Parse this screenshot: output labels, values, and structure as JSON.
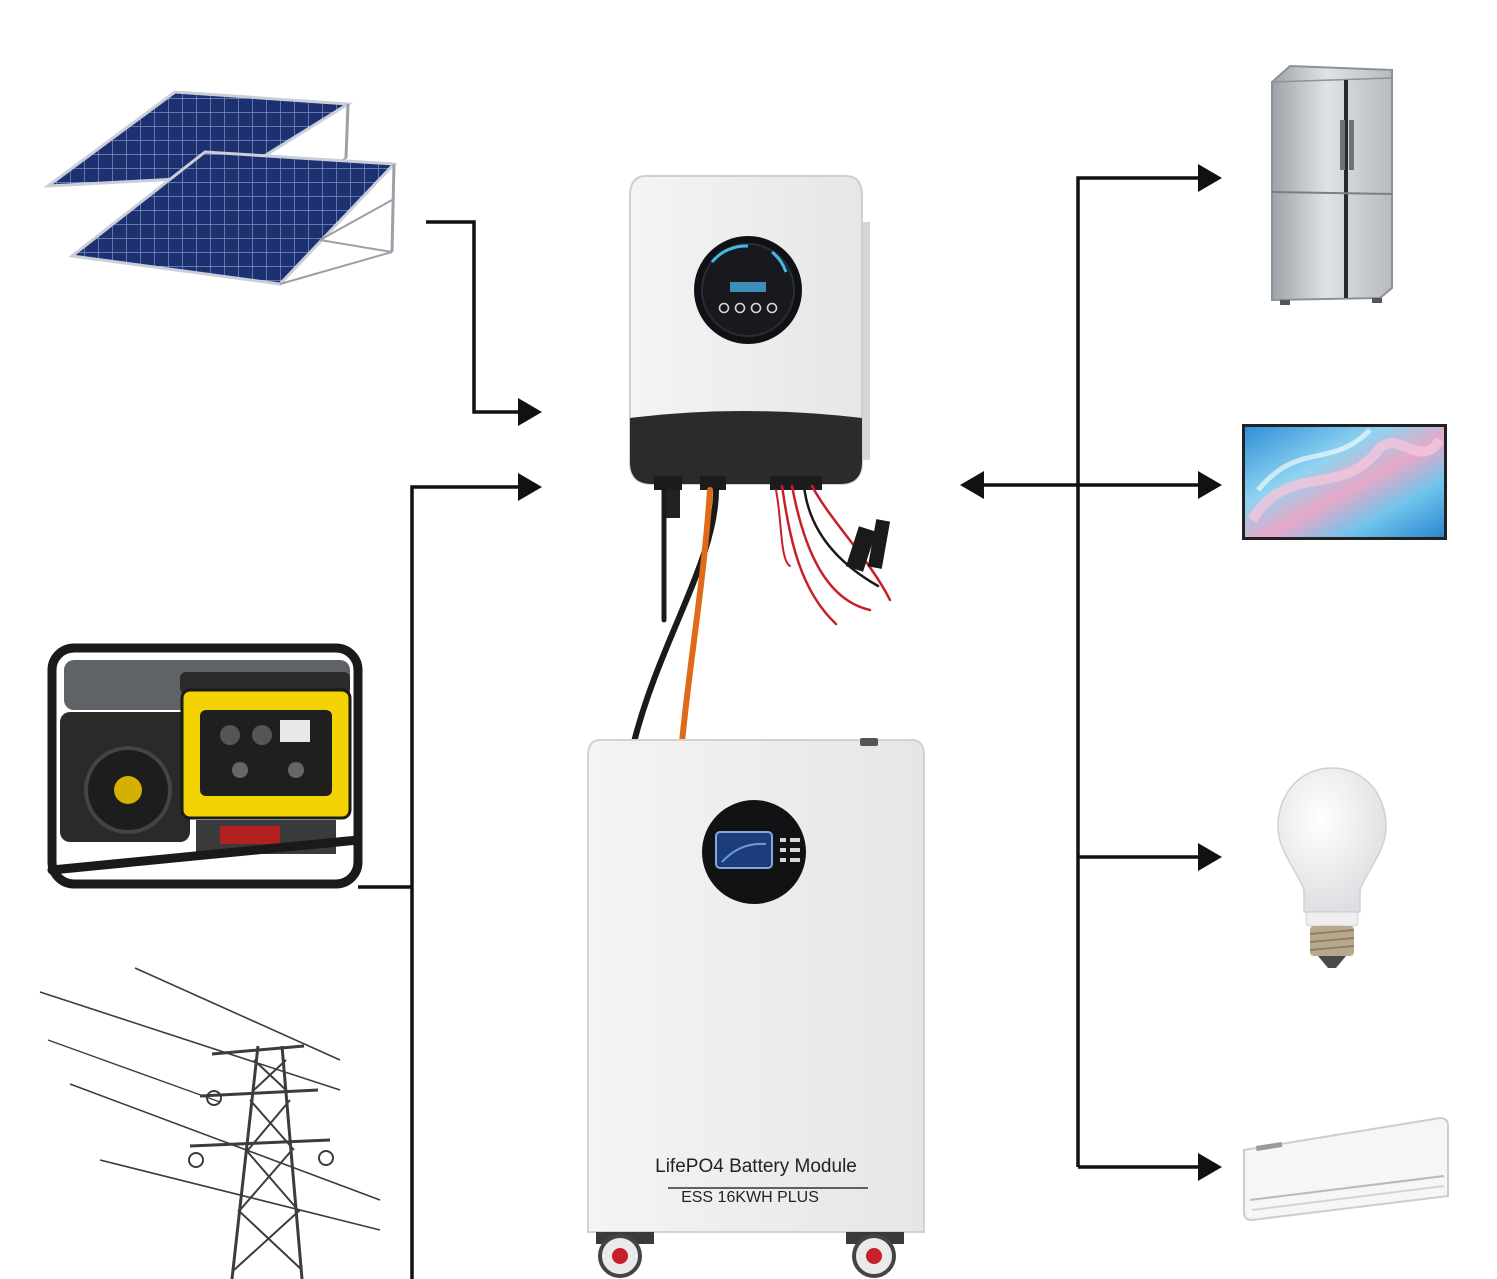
{
  "battery": {
    "label": "LifePO4 Battery Module",
    "model": "ESS 16KWH PLUS"
  },
  "colors": {
    "line": "#111111",
    "panel": "#1f3a8a",
    "generator_yellow": "#f2d200",
    "inverter_dark": "#2b2b2d",
    "cable_red": "#c8202a",
    "cable_orange": "#e06a1a"
  },
  "nodes": {
    "sources": [
      "solar-panels",
      "generator",
      "power-grid"
    ],
    "hub": [
      "hybrid-inverter",
      "battery-module"
    ],
    "loads": [
      "refrigerator",
      "television",
      "light-bulb",
      "air-conditioner"
    ]
  }
}
